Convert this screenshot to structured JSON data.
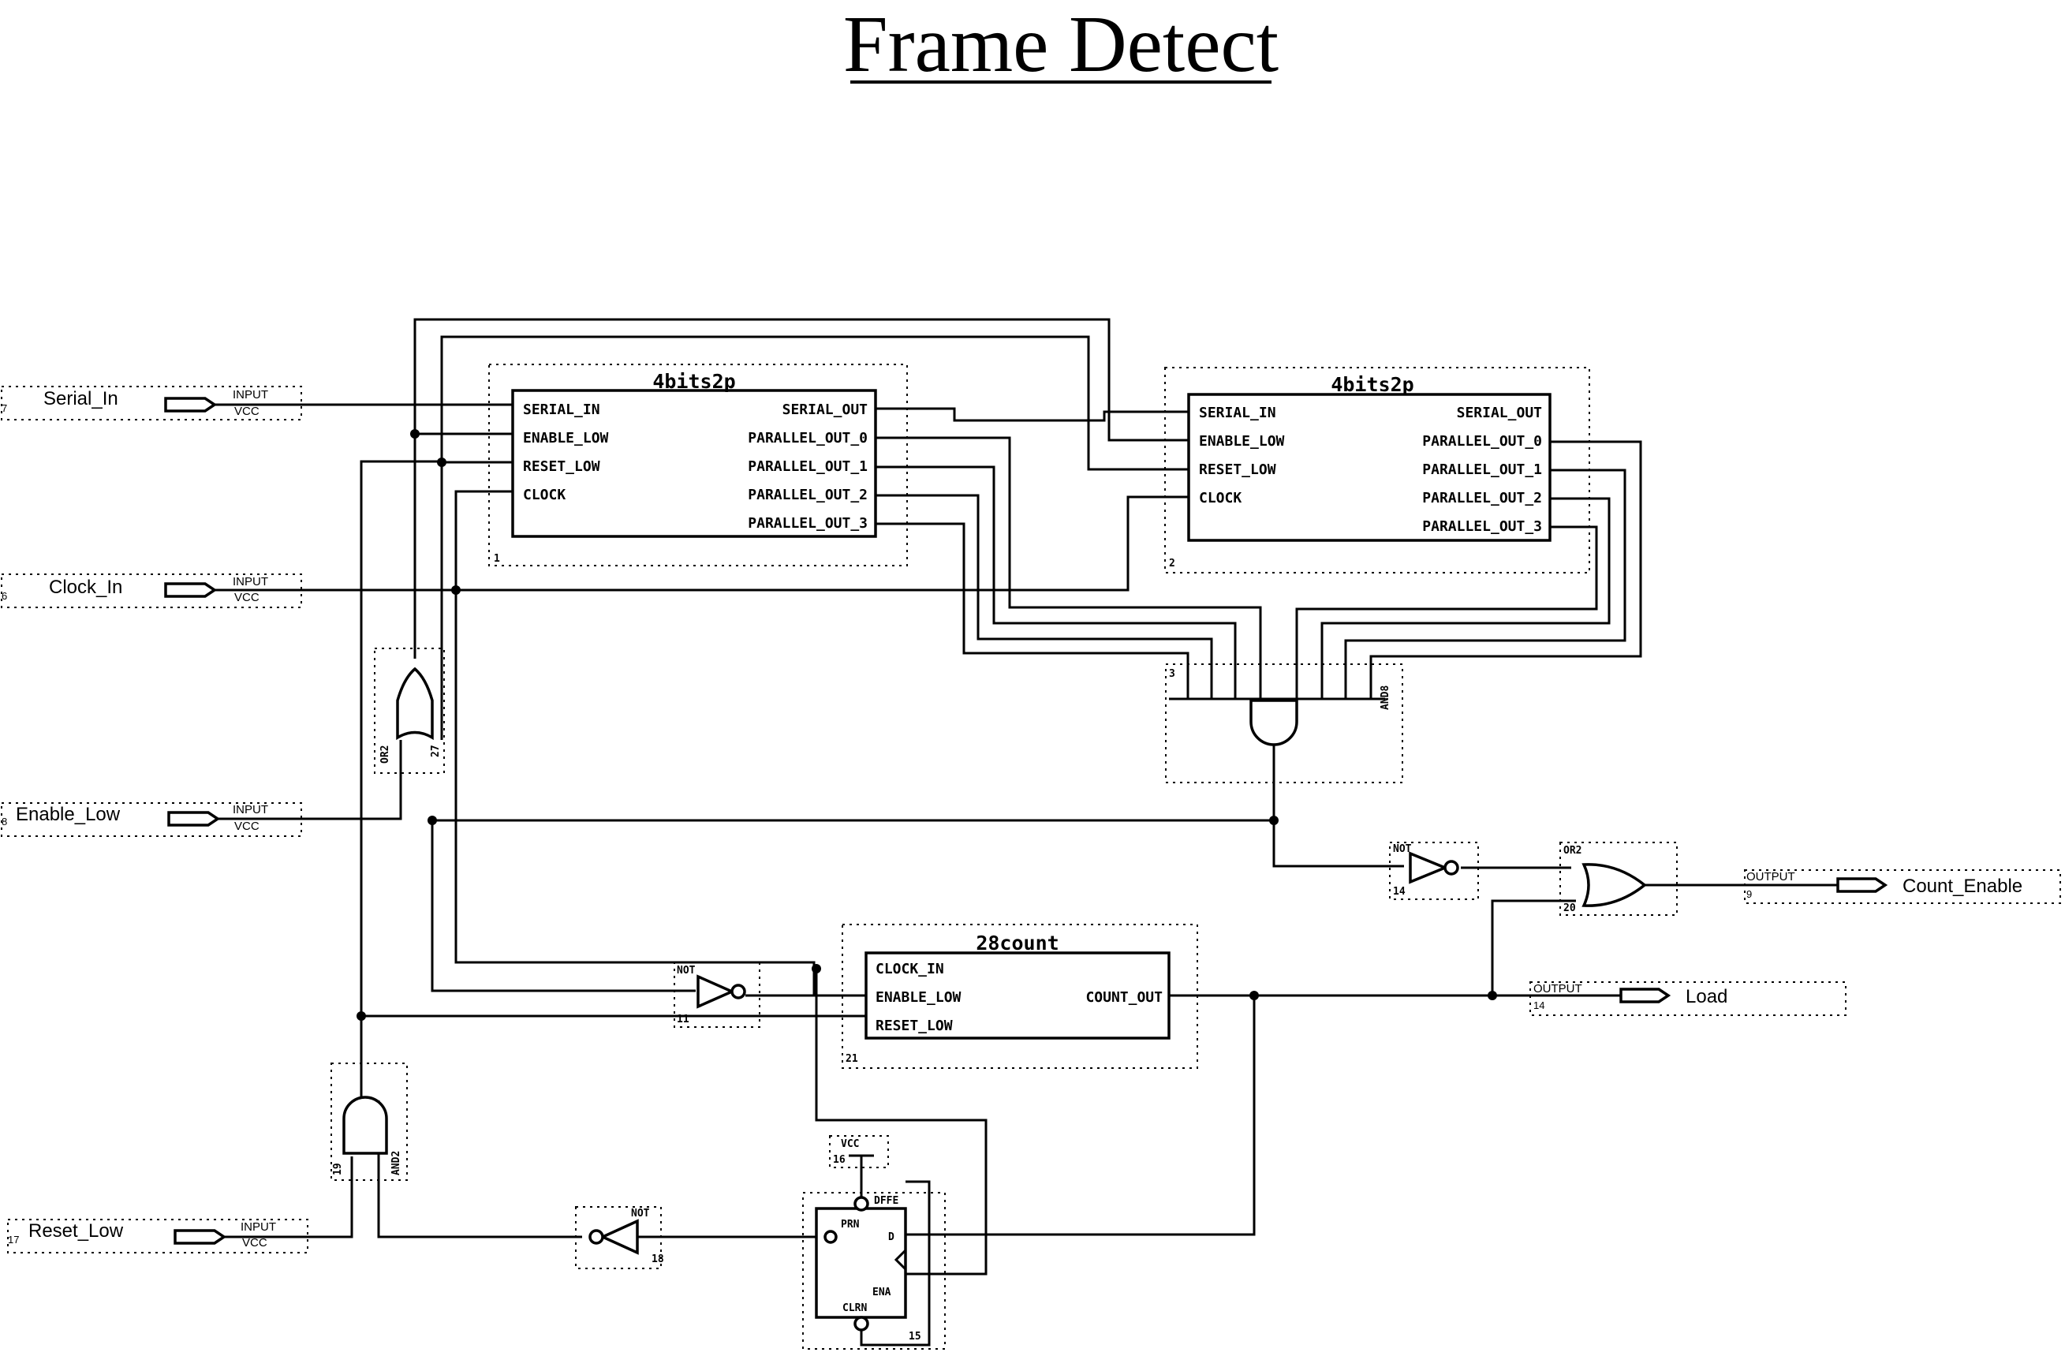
{
  "title": "Frame Detect",
  "blocks": {
    "sp1": {
      "name": "4bits2p",
      "inputs": [
        "SERIAL_IN",
        "ENABLE_LOW",
        "RESET_LOW",
        "CLOCK"
      ],
      "outputs": [
        "SERIAL_OUT",
        "PARALLEL_OUT_0",
        "PARALLEL_OUT_1",
        "PARALLEL_OUT_2",
        "PARALLEL_OUT_3"
      ],
      "id": "1"
    },
    "sp2": {
      "name": "4bits2p",
      "inputs": [
        "SERIAL_IN",
        "ENABLE_LOW",
        "RESET_LOW",
        "CLOCK"
      ],
      "outputs": [
        "SERIAL_OUT",
        "PARALLEL_OUT_0",
        "PARALLEL_OUT_1",
        "PARALLEL_OUT_2",
        "PARALLEL_OUT_3"
      ],
      "id": "2"
    },
    "counter": {
      "name": "28count",
      "inputs": [
        "CLOCK_IN",
        "ENABLE_LOW",
        "RESET_LOW"
      ],
      "output": "COUNT_OUT",
      "id": "21"
    }
  },
  "inputs": [
    {
      "num": "7",
      "name": "Serial_In",
      "tag1": "INPUT",
      "tag2": "VCC"
    },
    {
      "num": "6",
      "name": "Clock_In",
      "tag1": "INPUT",
      "tag2": "VCC"
    },
    {
      "num": "8",
      "name": "Enable_Low",
      "tag1": "INPUT",
      "tag2": "VCC"
    },
    {
      "num": "17",
      "name": "Reset_Low",
      "tag1": "INPUT",
      "tag2": "VCC"
    }
  ],
  "outputs": [
    {
      "num": "9",
      "name": "Count_Enable",
      "tag": "OUTPUT"
    },
    {
      "num": "14",
      "name": "Load",
      "tag": "OUTPUT"
    }
  ],
  "gates": {
    "and8": {
      "label": "AND8",
      "num": "3"
    },
    "or2_left": {
      "label": "OR2",
      "num": "27"
    },
    "not_count": {
      "label": "NOT",
      "num": "14"
    },
    "or2_right": {
      "label": "OR2",
      "num": "20"
    },
    "not_mid": {
      "label": "NOT",
      "num": "11"
    },
    "and2": {
      "label": "AND2",
      "num": "19"
    },
    "not_reset": {
      "label": "NOT",
      "num": "18"
    },
    "vcc": {
      "label": "VCC",
      "num": "16"
    },
    "dffe": {
      "label": "DFFE",
      "prn": "PRN",
      "d": "D",
      "ena": "ENA",
      "clrn": "CLRN",
      "num": "15"
    }
  }
}
